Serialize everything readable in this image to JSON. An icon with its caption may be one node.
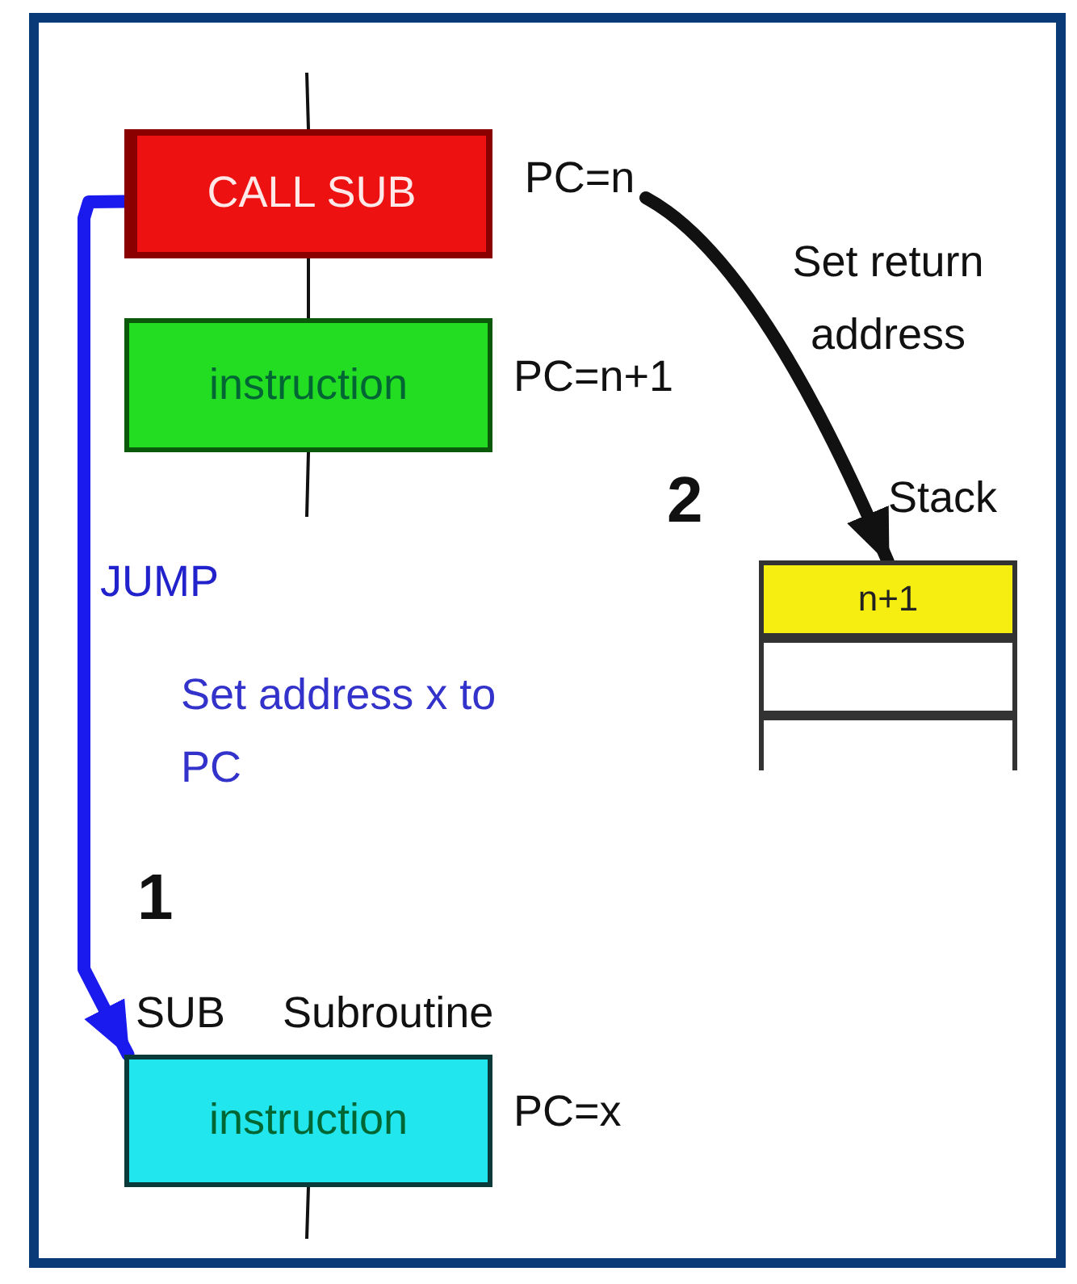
{
  "diagram": {
    "nodes": [
      {
        "text": [
          "CALL SUB"
        ]
      },
      {
        "text": [
          "PC=n"
        ]
      },
      {
        "text": [
          "instruction"
        ],
        "beside": [
          "PC=n+1"
        ]
      },
      {
        "text": [
          "n+1"
        ],
        "beside": [
          "Stack"
        ]
      },
      {
        "text": [],
        "shape": "box"
      },
      {
        "text": [],
        "shape": "box"
      },
      {
        "text": [
          "instruction"
        ],
        "beside": [
          "SUB",
          "Subroutine",
          "PC=x"
        ]
      }
    ],
    "edges": [
      {
        "from": null,
        "to": 0,
        "arrow": "none"
      },
      {
        "from": 0,
        "to": 2,
        "arrow": "none"
      },
      {
        "from": 2,
        "to": null,
        "arrow": "none"
      },
      {
        "from": 0,
        "to": 6,
        "arrow": "to",
        "style": "thick",
        "color": "#1a1aee"
      },
      {
        "from": 1,
        "to": 3,
        "arrow": "to",
        "style": "thick"
      },
      {
        "from": 6,
        "to": null,
        "arrow": "none"
      }
    ],
    "labels": [
      "Set return address",
      "2",
      "JUMP",
      "Set address x to PC",
      "1"
    ]
  }
}
